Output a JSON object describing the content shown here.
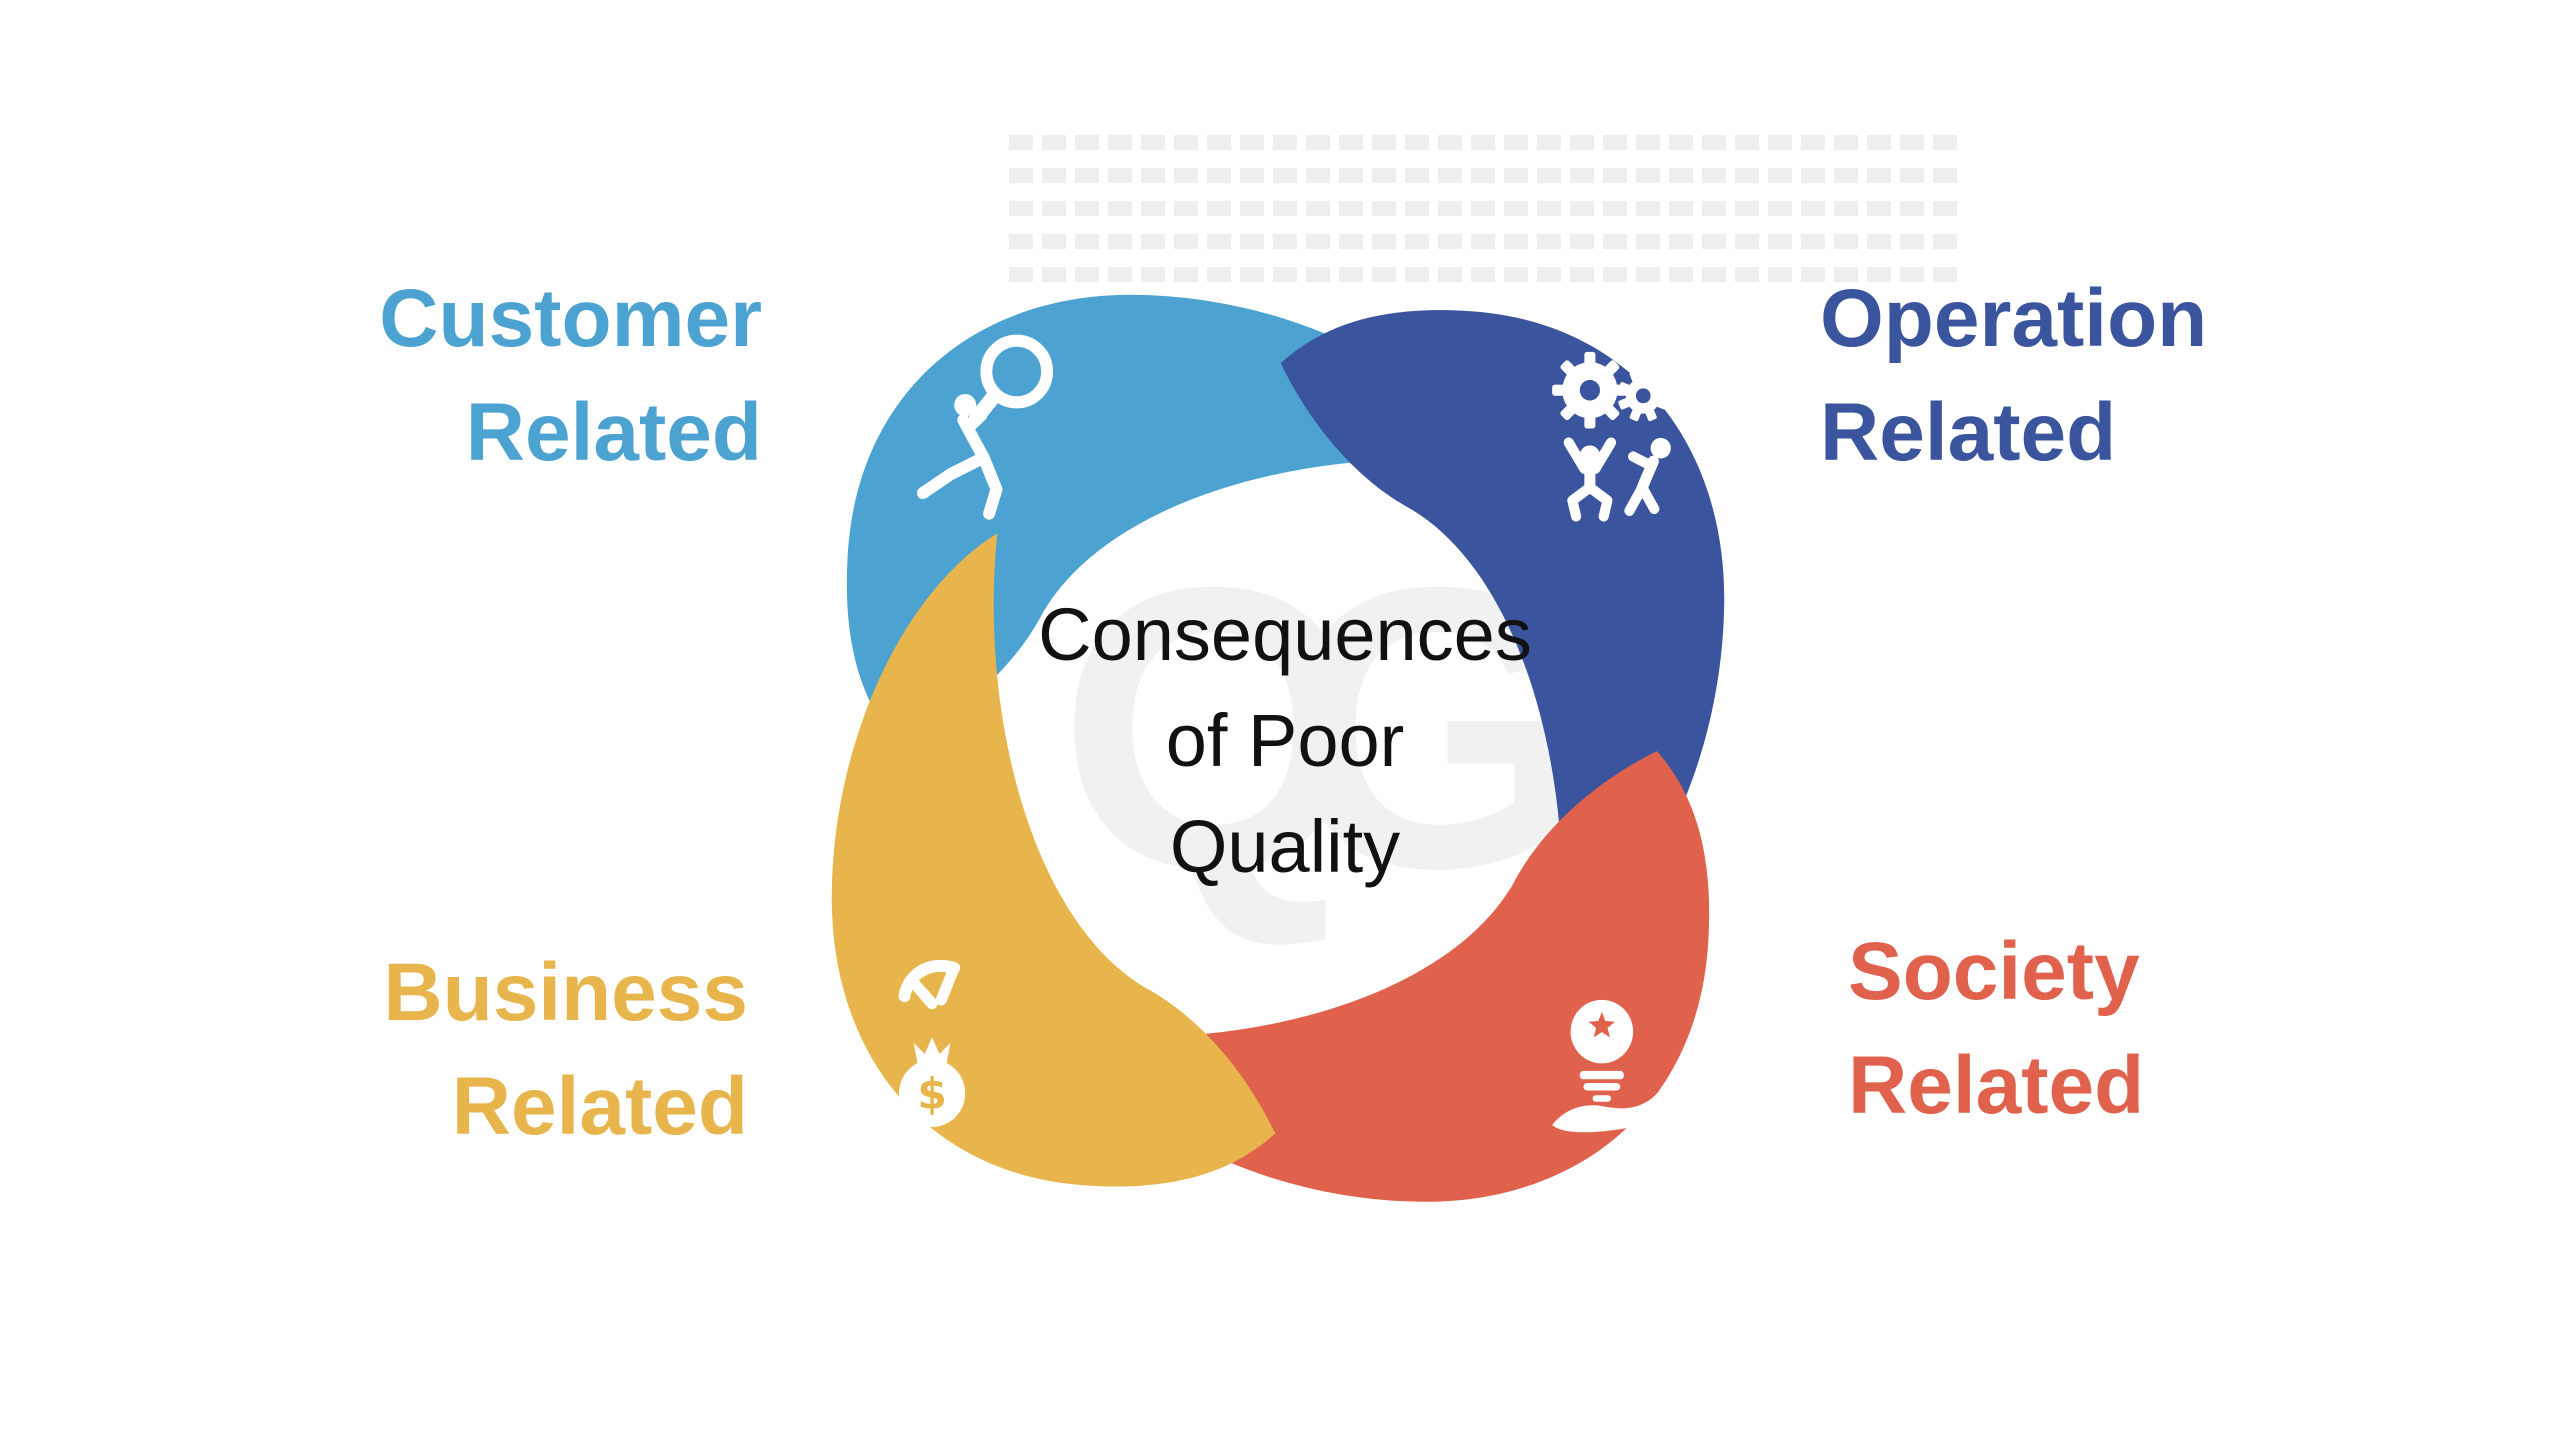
{
  "slide": {
    "background": "#ffffff",
    "kind": "infographic-diagram"
  },
  "title": {
    "lines": [
      "Consequences",
      "of Poor",
      "Quality"
    ]
  },
  "watermark": {
    "logo_text": "QG"
  },
  "labels": {
    "customer": {
      "lines": [
        "Customer",
        "Related"
      ]
    },
    "operation": {
      "lines": [
        "Operation",
        "Related"
      ]
    },
    "business": {
      "lines": [
        "Business",
        "Related"
      ]
    },
    "society": {
      "lines": [
        "Society",
        "Related"
      ]
    }
  },
  "icons": {
    "customer": "person-with-magnifier-icon",
    "operation": "gears-and-people-icon",
    "business": "hand-with-money-bag-icon",
    "society": "hand-with-lightbulb-icon",
    "money_symbol": "$"
  },
  "colors": {
    "customer": "#4CA3D2",
    "operation": "#3A549E",
    "business": "#E7B54C",
    "society": "#E0614C",
    "title_text": "#111111",
    "watermark_gray": "#F1F1F1",
    "icon_white": "#FFFFFF"
  }
}
